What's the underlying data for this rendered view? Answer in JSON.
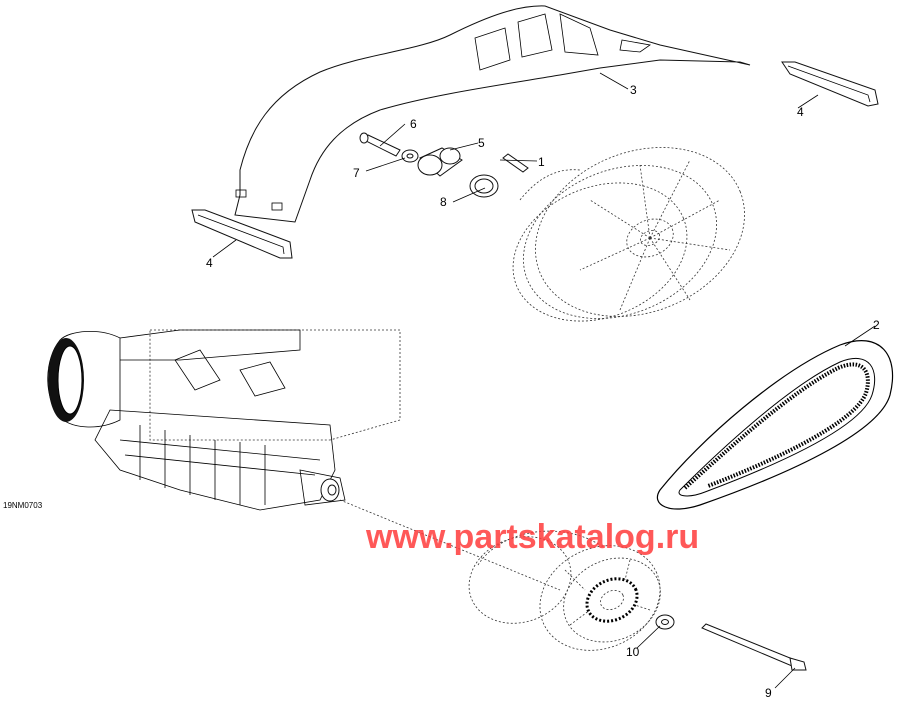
{
  "drawing_code": "19NM0703",
  "watermark": "www.partskatalog.ru",
  "callouts": [
    {
      "id": "c1",
      "label": "1"
    },
    {
      "id": "c2",
      "label": "2"
    },
    {
      "id": "c3",
      "label": "3"
    },
    {
      "id": "c4a",
      "label": "4"
    },
    {
      "id": "c4b",
      "label": "4"
    },
    {
      "id": "c5",
      "label": "5"
    },
    {
      "id": "c6",
      "label": "6"
    },
    {
      "id": "c7",
      "label": "7"
    },
    {
      "id": "c8",
      "label": "8"
    },
    {
      "id": "c9",
      "label": "9"
    },
    {
      "id": "c10",
      "label": "10"
    }
  ]
}
